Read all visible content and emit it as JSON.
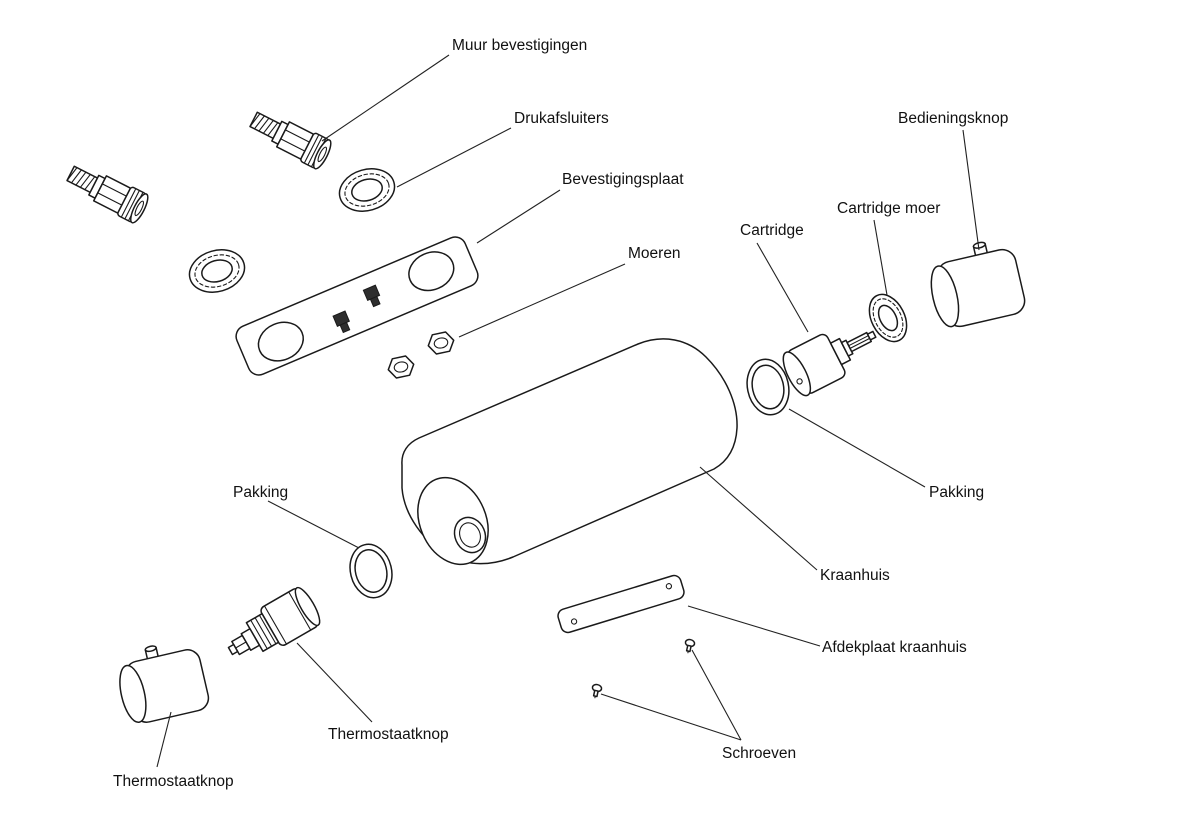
{
  "diagram": {
    "labels": {
      "muur_bevestigingen": "Muur bevestigingen",
      "drukafsluiters": "Drukafsluiters",
      "bevestigingsplaat": "Bevestigingsplaat",
      "moeren": "Moeren",
      "cartridge": "Cartridge",
      "cartridge_moer": "Cartridge moer",
      "bedieningsknop": "Bedieningsknop",
      "pakking_right": "Pakking",
      "pakking_left": "Pakking",
      "kraanhuis": "Kraanhuis",
      "afdekplaat_kraanhuis": "Afdekplaat kraanhuis",
      "schroeven": "Schroeven",
      "thermostaatknop_cartridge": "Thermostaatknop",
      "thermostaatknop_knob": "Thermostaatknop"
    },
    "colors": {
      "background": "#ffffff",
      "line": "#1a1a1a",
      "text": "#111111"
    }
  }
}
